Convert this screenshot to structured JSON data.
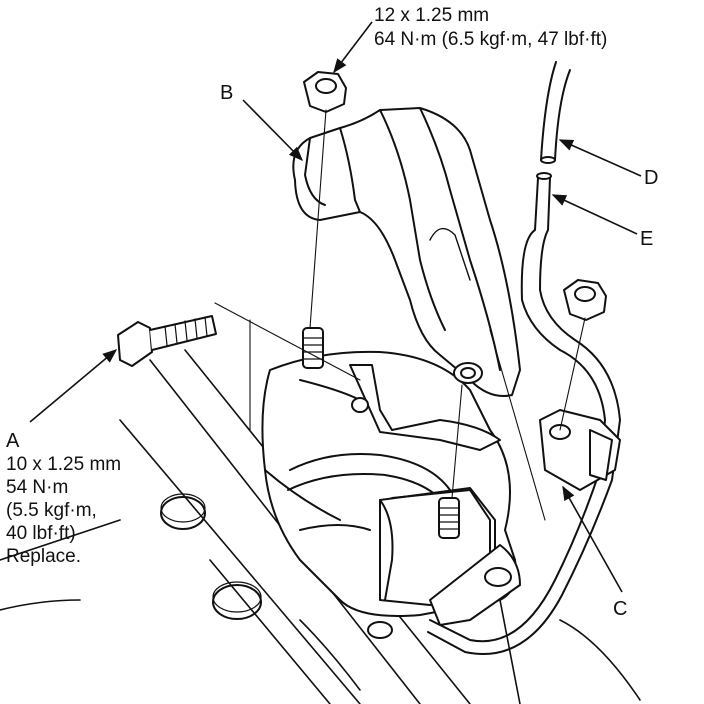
{
  "labels": {
    "a": "A",
    "b": "B",
    "c": "C",
    "d": "D",
    "e": "E"
  },
  "spec_top": {
    "line1": "12 x 1.25 mm",
    "line2": "64 N·m (6.5 kgf·m, 47 lbf·ft)"
  },
  "spec_a": {
    "line1": "10 x 1.25 mm",
    "line2": "54 N·m",
    "line3": "(5.5 kgf·m,",
    "line4": "40 lbf·ft)",
    "line5": "Replace."
  }
}
